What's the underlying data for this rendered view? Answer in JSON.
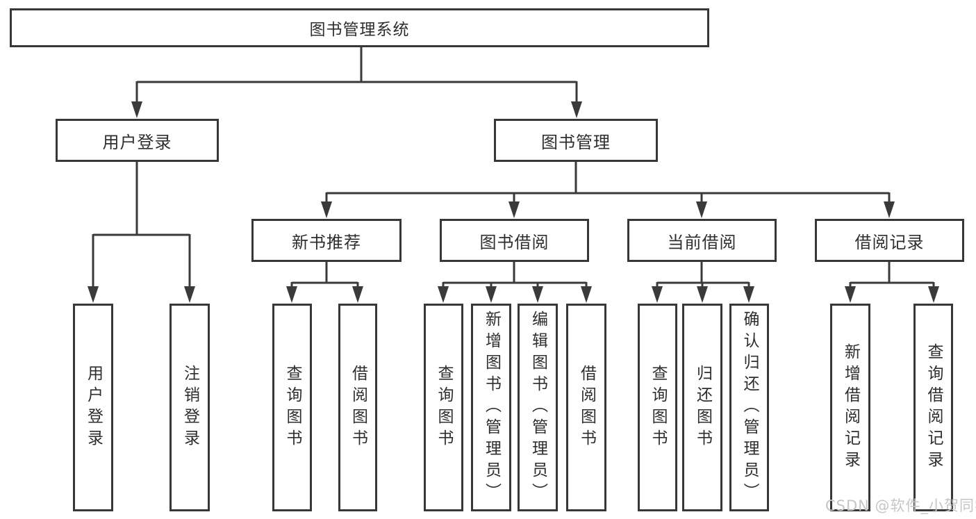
{
  "root": {
    "label": "图书管理系统"
  },
  "level2": [
    {
      "label": "用户登录",
      "parent": "图书管理系统"
    },
    {
      "label": "图书管理",
      "parent": "图书管理系统"
    }
  ],
  "level3": [
    {
      "label": "新书推荐",
      "parent": "图书管理"
    },
    {
      "label": "图书借阅",
      "parent": "图书管理"
    },
    {
      "label": "当前借阅",
      "parent": "图书管理"
    },
    {
      "label": "借阅记录",
      "parent": "图书管理"
    }
  ],
  "level4": [
    {
      "label": "用户登录",
      "parent": "用户登录"
    },
    {
      "label": "注销登录",
      "parent": "用户登录"
    },
    {
      "label": "查询图书",
      "parent": "新书推荐"
    },
    {
      "label": "借阅图书",
      "parent": "新书推荐"
    },
    {
      "label": "查询图书",
      "parent": "图书借阅"
    },
    {
      "label": "新增图书（管理员）",
      "parent": "图书借阅"
    },
    {
      "label": "编辑图书（管理员）",
      "parent": "图书借阅"
    },
    {
      "label": "借阅图书",
      "parent": "图书借阅"
    },
    {
      "label": "查询图书",
      "parent": "当前借阅"
    },
    {
      "label": "归还图书",
      "parent": "当前借阅"
    },
    {
      "label": "确认归还（管理员）",
      "parent": "当前借阅"
    },
    {
      "label": "新增借阅记录",
      "parent": "借阅记录"
    },
    {
      "label": "查询借阅记录",
      "parent": "借阅记录"
    }
  ],
  "watermark": {
    "text": "CSDN @软件_小贺同学"
  },
  "colors": {
    "line": "#3a3a3a",
    "border": "#373737",
    "box_background": "#ffffff",
    "watermark": "#c6c6c6"
  }
}
